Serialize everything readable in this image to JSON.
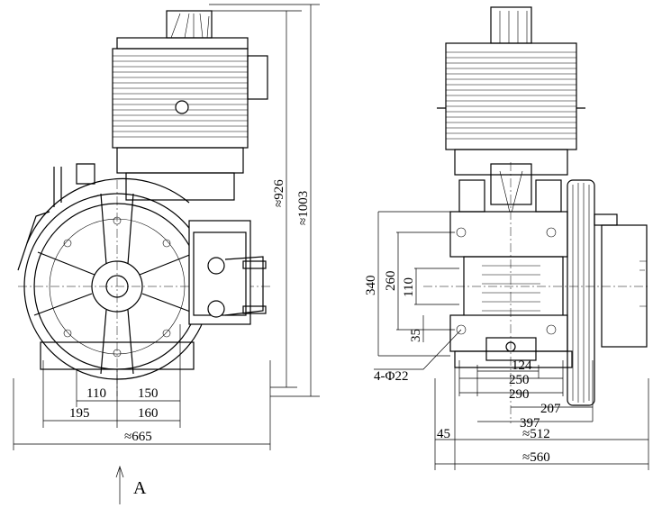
{
  "title": "Traction machine outline drawing",
  "front_view": {
    "dimensions": {
      "d110": "110",
      "d150": "150",
      "d195": "195",
      "d160": "160",
      "overall_width": "≈665",
      "height_926": "≈926",
      "height_1003": "≈1003"
    },
    "view_arrow_label": "A"
  },
  "side_view": {
    "dimensions": {
      "d340": "340",
      "d260": "260",
      "d110": "110",
      "d35": "35",
      "holes": "4-Φ22",
      "d124": "124",
      "d250": "250",
      "d290": "290",
      "d207": "207",
      "d397": "397",
      "d45": "45",
      "d512": "≈512",
      "d560": "≈560"
    }
  }
}
